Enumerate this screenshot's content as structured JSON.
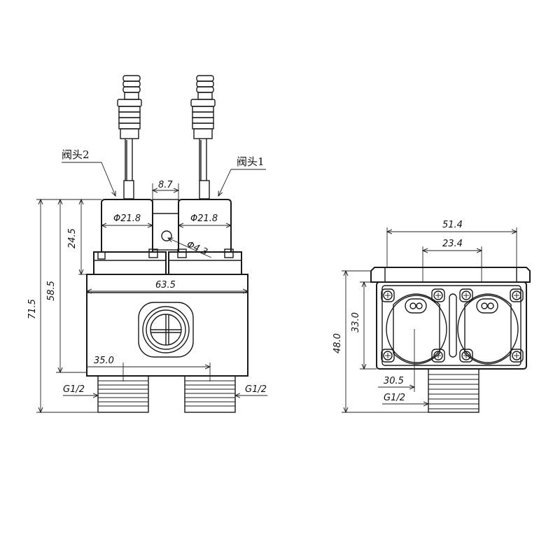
{
  "labels": {
    "valve2": "阀头2",
    "valve1": "阀头1"
  },
  "front_view": {
    "dim_gap": "8.7",
    "dim_diam_left": "Φ21.8",
    "dim_diam_right": "Φ21.8",
    "dim_hole": "Φ4.3",
    "dim_head_height": "24.5",
    "dim_height_58": "58.5",
    "dim_height_71": "71.5",
    "dim_width": "63.5",
    "dim_port_spacing": "35.0",
    "thread_left": "G1/2",
    "thread_right": "G1/2"
  },
  "side_view": {
    "dim_width_514": "51.4",
    "dim_width_234": "23.4",
    "dim_height_330": "33.0",
    "dim_height_480": "48.0",
    "dim_offset": "30.5",
    "thread": "G1/2"
  }
}
